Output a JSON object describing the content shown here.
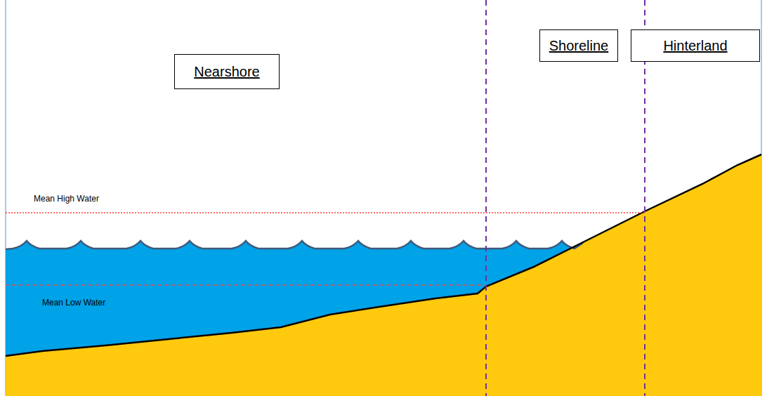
{
  "diagram": {
    "nodes": [
      {
        "text": [
          "Nearshore"
        ]
      },
      {
        "text": [
          "Shoreline"
        ]
      },
      {
        "text": [
          "Hinterland"
        ]
      }
    ],
    "labels": [
      "Mean High Water",
      "Mean Low Water"
    ]
  }
}
